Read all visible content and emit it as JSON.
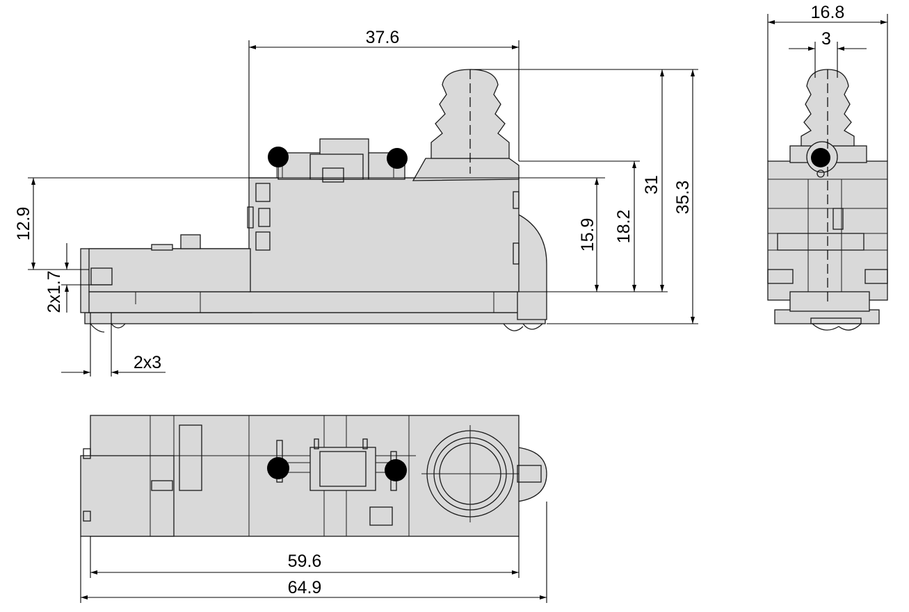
{
  "dimensions": {
    "front_top_width": "37.6",
    "side_width": "16.8",
    "side_actuator": "3",
    "front_height_1": "12.9",
    "front_offset": "2x1.7",
    "front_height_2": "15.9",
    "front_height_3": "18.2",
    "front_height_4": "31",
    "front_height_5": "35.3",
    "front_pin_spacing": "2x3",
    "top_length_1": "59.6",
    "top_length_2": "64.9"
  },
  "colors": {
    "body": "#d9d9d9",
    "line": "#1a1a1a"
  }
}
